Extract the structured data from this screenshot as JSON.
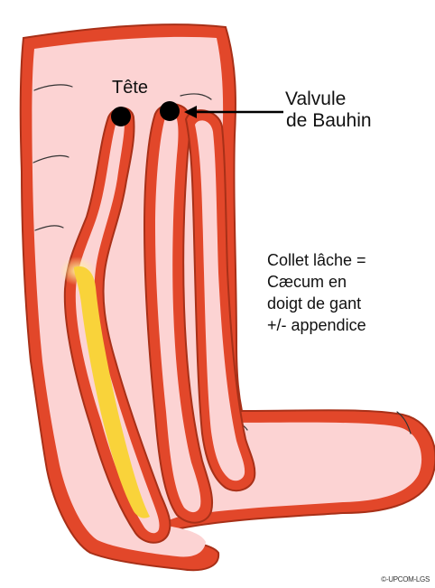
{
  "diagram": {
    "labels": {
      "tete": "Tête",
      "valvule_line1": "Valvule",
      "valvule_line2": "de Bauhin",
      "collet_line1": "Collet lâche =",
      "collet_line2": "Cæcum en",
      "collet_line3": "doigt de gant",
      "collet_line4": "+/- appendice"
    },
    "copyright": "©-UPCOM-LGS",
    "colors": {
      "wall": "#e2472a",
      "wall_outline": "#a83018",
      "lumen": "#fcd3d3",
      "appendix": "#f9d33a",
      "marker": "#000000",
      "text": "#111111"
    }
  }
}
